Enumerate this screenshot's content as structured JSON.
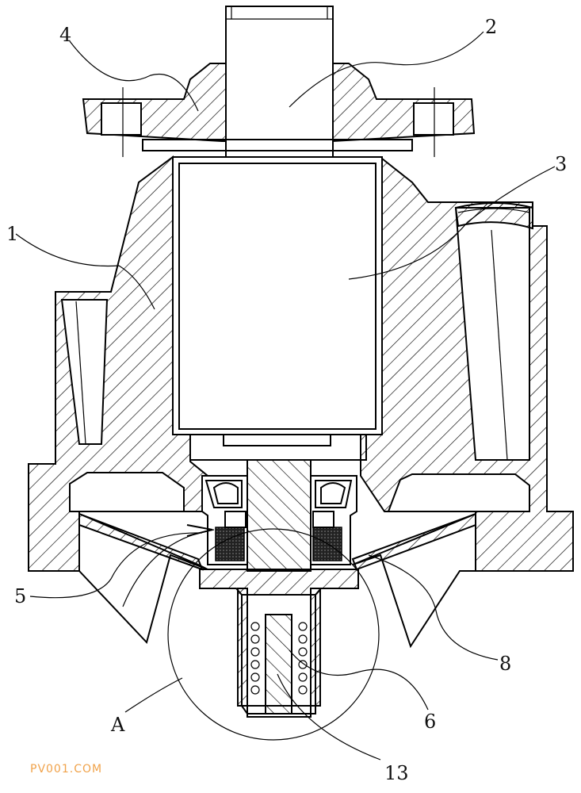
{
  "labels": {
    "l1": "1",
    "l2": "2",
    "l3": "3",
    "l4": "4",
    "l5": "5",
    "l6": "6",
    "l8": "8",
    "l13": "13",
    "lA": "A"
  },
  "watermark": "PV001.COM",
  "colors": {
    "line": "#000000",
    "background": "#ffffff",
    "watermark": "#f0a24a"
  }
}
